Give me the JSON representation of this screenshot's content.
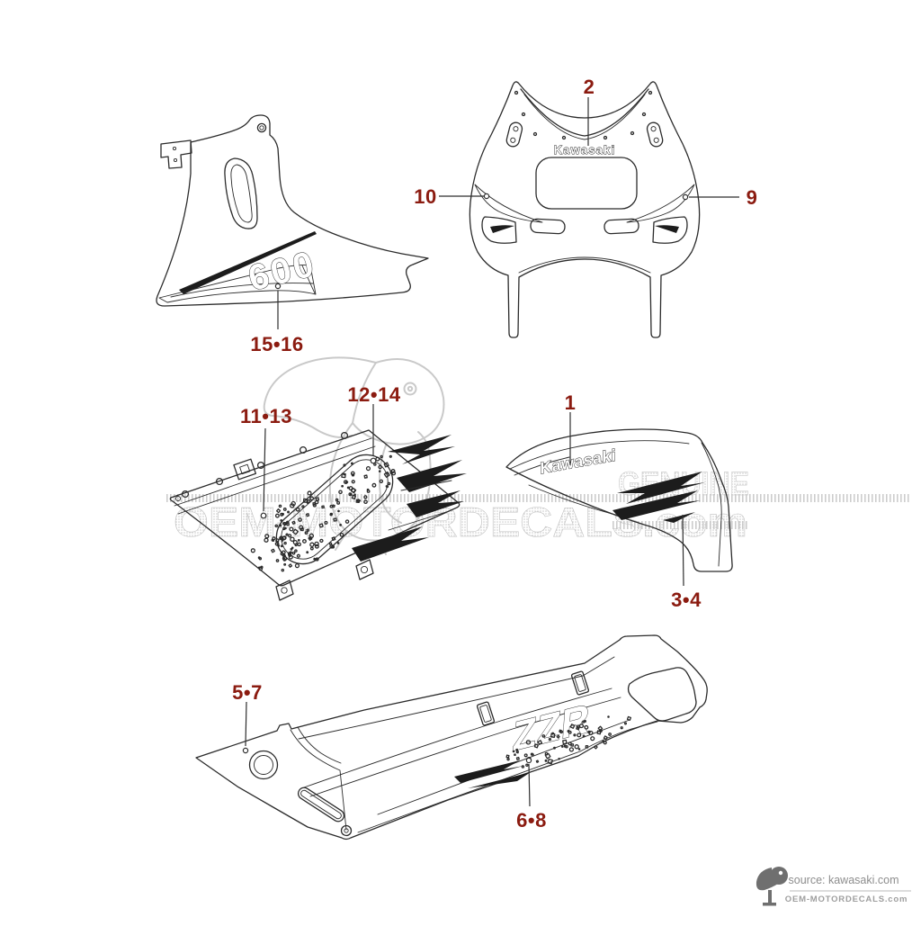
{
  "diagram": {
    "title_hidden": "",
    "brand": "Kawasaki",
    "type": "motorcycle-fairing-decal-parts-diagram"
  },
  "colors": {
    "callout": "#8b1b10",
    "line": "#2b2b2b",
    "watermark": "#c7c7c7",
    "footer_text": "#8d8d8d",
    "footer_site": "#9e9e9e"
  },
  "callouts": {
    "c2": "2",
    "c10": "10",
    "c9": "9",
    "c15_16": "15•16",
    "c11_13": "11•13",
    "c12_14": "12•14",
    "c1": "1",
    "c3_4": "3•4",
    "c5_7": "5•7",
    "c6_8": "6•8"
  },
  "decals": {
    "front_cowl_logo": "Kawasaki",
    "tail_logo": "Kawasaki",
    "side_number": "600",
    "belly_model": "ZZR"
  },
  "watermark": {
    "site": "OEM-MOTORDECALS.com",
    "badge": "GENUINE"
  },
  "footer": {
    "source": "source: kawasaki.com",
    "site": "OEM-MOTORDECALS.com"
  }
}
